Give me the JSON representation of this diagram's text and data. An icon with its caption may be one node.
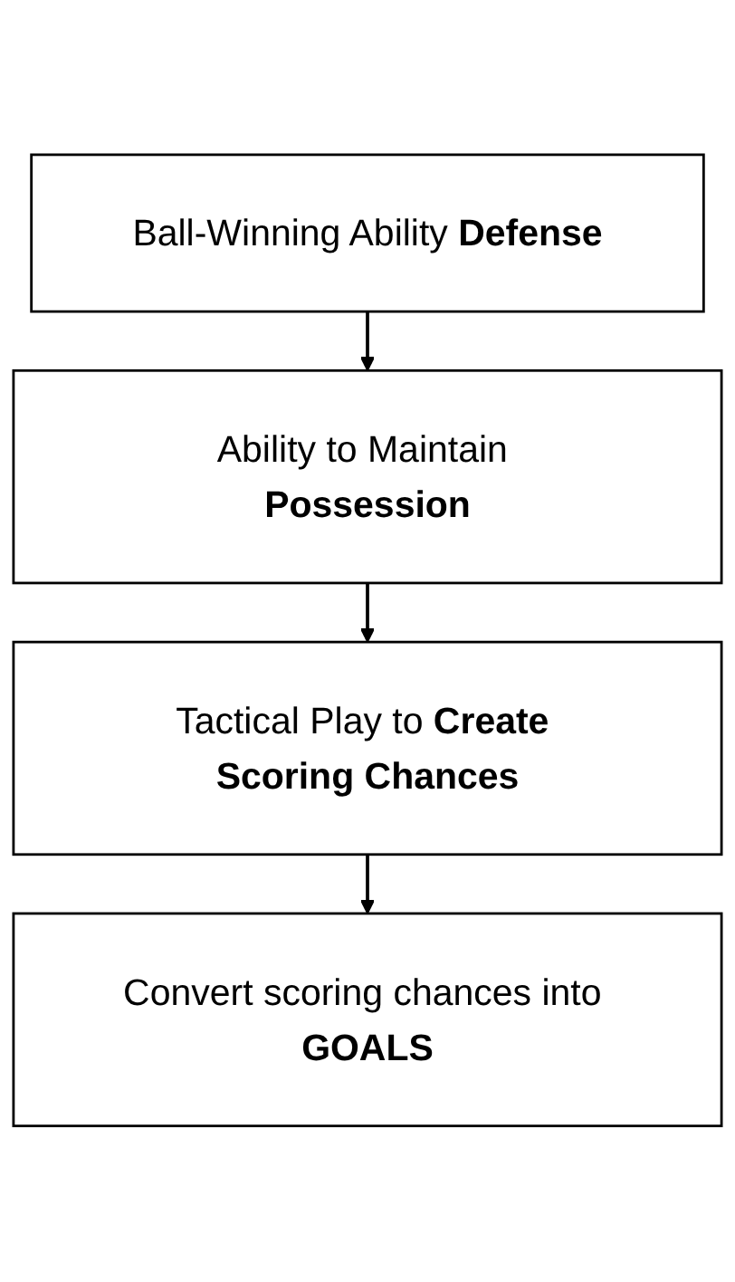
{
  "diagram": {
    "nodes": [
      {
        "text": [
          "Ball-Winning Ability **Defense**"
        ]
      },
      {
        "text": [
          "Ability to Maintain **Possession**"
        ]
      },
      {
        "text": [
          "Tactical Play to **Create Scoring Chances**"
        ]
      },
      {
        "text": [
          "Convert scoring chances into **GOALS**"
        ]
      }
    ],
    "edges": [
      {
        "from": 0,
        "to": 1,
        "arrow": "to"
      },
      {
        "from": 1,
        "to": 2,
        "arrow": "to"
      },
      {
        "from": 2,
        "to": 3,
        "arrow": "to"
      }
    ]
  }
}
